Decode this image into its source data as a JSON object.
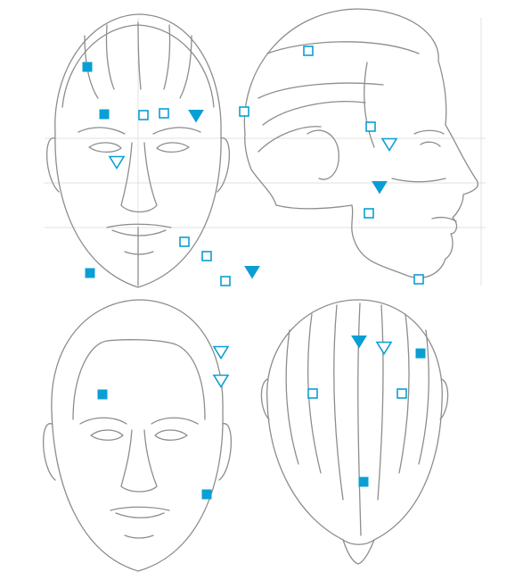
{
  "marker_colors": {
    "accent": "#0a9fd4"
  },
  "legend_note": "",
  "panels": [
    {
      "id": "front-head-upper",
      "markers": [
        {
          "shape": "filled-square",
          "name": "marker-filled-square"
        },
        {
          "shape": "filled-square",
          "name": "marker-filled-square"
        },
        {
          "shape": "hollow-square",
          "name": "marker-hollow-square"
        },
        {
          "shape": "hollow-square",
          "name": "marker-hollow-square"
        },
        {
          "shape": "filled-triangle",
          "name": "marker-filled-triangle"
        },
        {
          "shape": "hollow-triangle",
          "name": "marker-hollow-triangle"
        },
        {
          "shape": "hollow-square",
          "name": "marker-hollow-square"
        },
        {
          "shape": "hollow-square",
          "name": "marker-hollow-square"
        },
        {
          "shape": "hollow-square",
          "name": "marker-hollow-square"
        },
        {
          "shape": "filled-triangle",
          "name": "marker-filled-triangle"
        },
        {
          "shape": "filled-square",
          "name": "marker-filled-square"
        }
      ]
    },
    {
      "id": "side-head-profile",
      "markers": [
        {
          "shape": "hollow-square",
          "name": "marker-hollow-square"
        },
        {
          "shape": "hollow-square",
          "name": "marker-hollow-square"
        },
        {
          "shape": "hollow-square",
          "name": "marker-hollow-square"
        },
        {
          "shape": "hollow-triangle",
          "name": "marker-hollow-triangle"
        },
        {
          "shape": "filled-triangle",
          "name": "marker-filled-triangle"
        },
        {
          "shape": "hollow-square",
          "name": "marker-hollow-square"
        },
        {
          "shape": "hollow-square",
          "name": "marker-hollow-square"
        }
      ]
    },
    {
      "id": "front-head-lower",
      "markers": [
        {
          "shape": "hollow-triangle",
          "name": "marker-hollow-triangle"
        },
        {
          "shape": "hollow-triangle",
          "name": "marker-hollow-triangle"
        },
        {
          "shape": "filled-square",
          "name": "marker-filled-square"
        },
        {
          "shape": "filled-square",
          "name": "marker-filled-square"
        }
      ]
    },
    {
      "id": "top-head-view",
      "markers": [
        {
          "shape": "filled-triangle",
          "name": "marker-filled-triangle"
        },
        {
          "shape": "hollow-triangle",
          "name": "marker-hollow-triangle"
        },
        {
          "shape": "filled-square",
          "name": "marker-filled-square"
        },
        {
          "shape": "hollow-square",
          "name": "marker-hollow-square"
        },
        {
          "shape": "hollow-square",
          "name": "marker-hollow-square"
        },
        {
          "shape": "filled-square",
          "name": "marker-filled-square"
        }
      ]
    }
  ]
}
